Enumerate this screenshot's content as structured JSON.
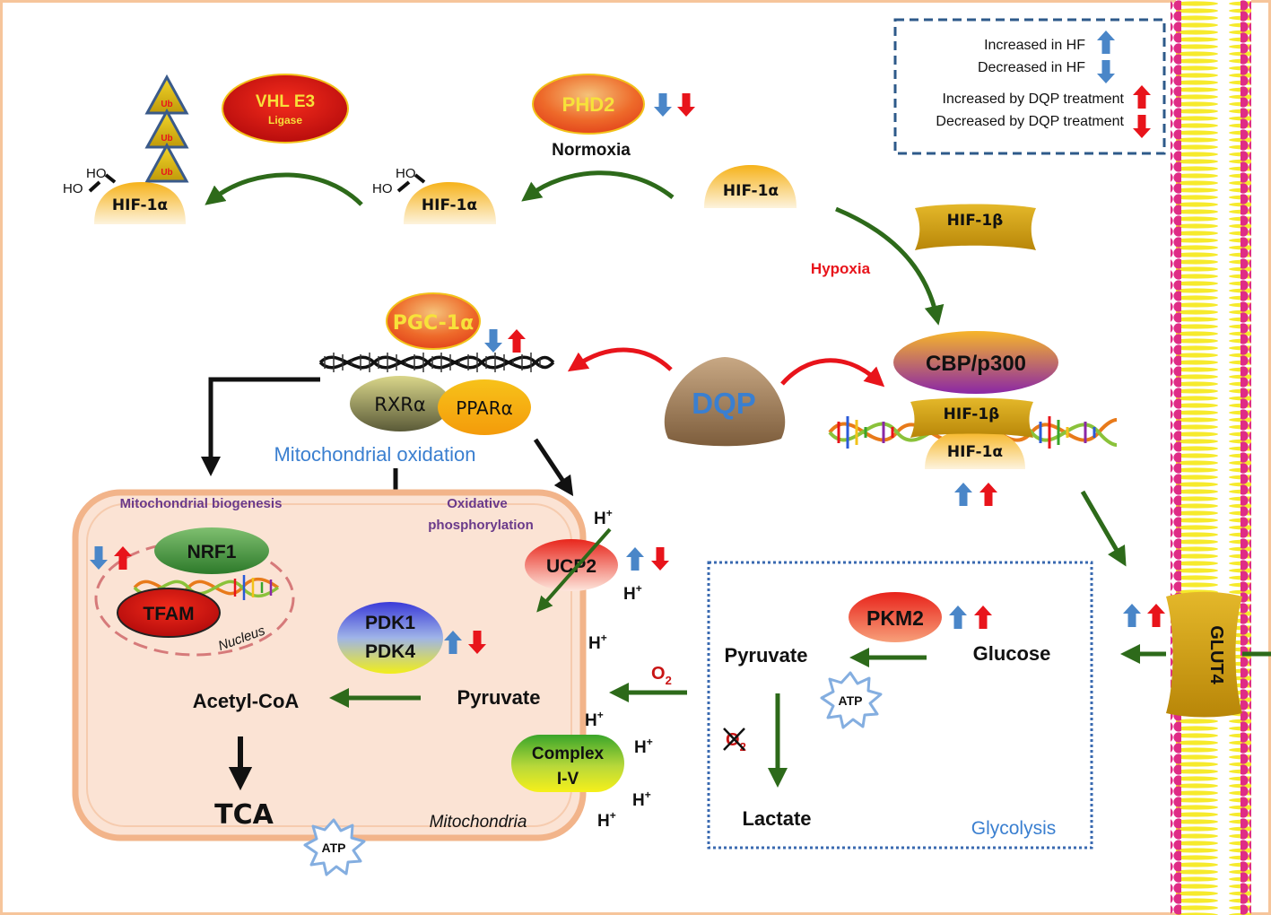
{
  "legend": {
    "increased_hf": "Increased in HF",
    "decreased_hf": "Decreased in HF",
    "increased_dqp": "Increased by DQP treatment",
    "decreased_dqp": "Decreased by DQP treatment"
  },
  "labels": {
    "vhl_line1": "VHL E3",
    "vhl_line2": "Ligase",
    "ub": "Ub",
    "ho": "HO",
    "hif1a": "HIF-1α",
    "hif1b": "HIF-1β",
    "phd2": "PHD2",
    "normoxia": "Normoxia",
    "hypoxia": "Hypoxia",
    "pgc1a": "PGC-1α",
    "rxra": "RXRα",
    "ppara": "PPARα",
    "dqp": "DQP",
    "cbp": "CBP/p300",
    "mito_oxidation": "Mitochondrial oxidation",
    "mito_biogenesis": "Mitochondrial biogenesis",
    "oxphos_line1": "Oxidative",
    "oxphos_line2": "phosphorylation",
    "nrf1": "NRF1",
    "tfam": "TFAM",
    "nucleus": "Nucleus",
    "pdk1": "PDK1",
    "pdk4": "PDK4",
    "acetyl_coa": "Acetyl-CoA",
    "pyruvate": "Pyruvate",
    "tca": "TCA",
    "atp": "ATP",
    "mitochondria": "Mitochondria",
    "ucp2": "UCP2",
    "h_plus": "H",
    "plus": "+",
    "o2": "O",
    "two": "2",
    "complex_line1": "Complex",
    "complex_line2": "I-V",
    "pkm2": "PKM2",
    "glucose": "Glucose",
    "lactate": "Lactate",
    "glycolysis": "Glycolysis",
    "glut4": "GLUT4"
  },
  "colors": {
    "increased_hf": "#4a86c8",
    "dqp_red": "#e8141b",
    "green_arrow": "#2d6a1a",
    "blue_text": "#3a7fd0",
    "hypoxia_text": "#e8141b",
    "mito_fill": "#fbe3d4",
    "mito_border": "#f2b48a",
    "frame": "#f6c59b"
  },
  "icons": {
    "legend_increase": "blue-up-arrow-icon",
    "legend_decrease": "blue-down-arrow-icon",
    "dqp_increase": "red-up-arrow-icon",
    "dqp_decrease": "red-down-arrow-icon",
    "atp": "starburst-icon",
    "dna": "dna-helix-icon"
  }
}
